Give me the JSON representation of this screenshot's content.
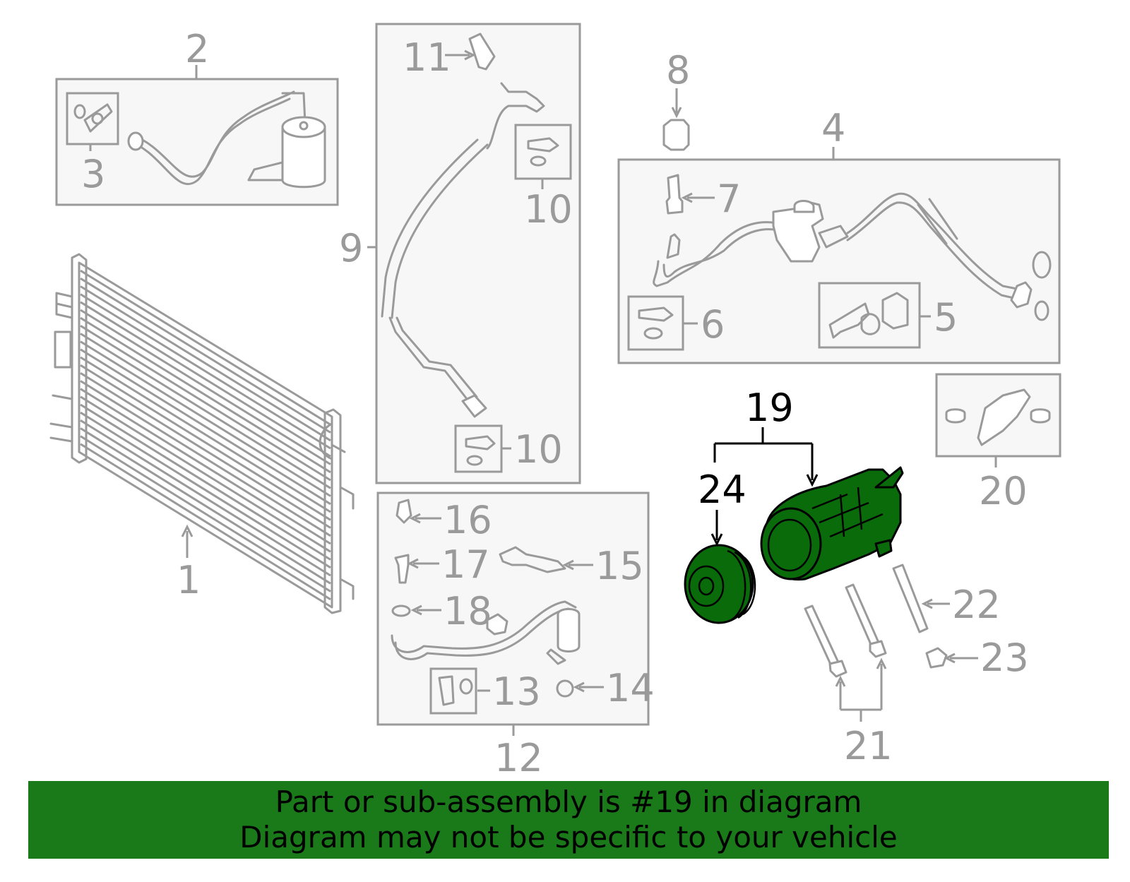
{
  "diagram": {
    "callouts": {
      "n1": "1",
      "n2": "2",
      "n3": "3",
      "n4": "4",
      "n5": "5",
      "n6": "6",
      "n7": "7",
      "n8": "8",
      "n9": "9",
      "n10a": "10",
      "n10b": "10",
      "n11": "11",
      "n12": "12",
      "n13": "13",
      "n14": "14",
      "n15": "15",
      "n16": "16",
      "n17": "17",
      "n18": "18",
      "n19": "19",
      "n20": "20",
      "n21": "21",
      "n22": "22",
      "n23": "23",
      "n24": "24"
    },
    "highlight_color": "#0a6b0a",
    "callout_color": "#9a9a9a"
  },
  "banner": {
    "line1": "Part or sub-assembly is #19 in diagram",
    "line2": "Diagram may not be specific to your vehicle",
    "color": "#1a7a1a"
  }
}
